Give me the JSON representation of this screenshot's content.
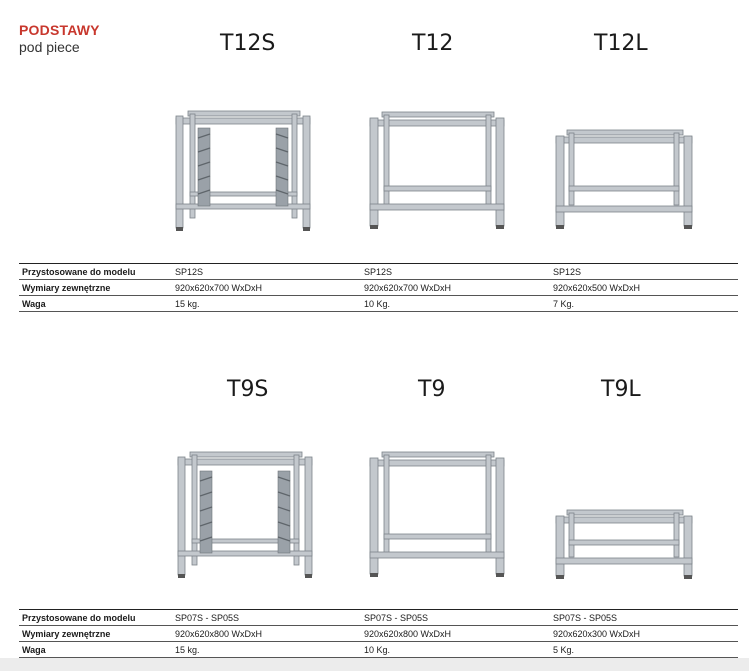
{
  "header": {
    "title": "PODSTAWY",
    "subtitle": "pod piece"
  },
  "models_top": [
    "T12S",
    "T12",
    "T12L"
  ],
  "models_bottom": [
    "T9S",
    "T9",
    "T9L"
  ],
  "table_top": {
    "rows": [
      {
        "label": "Przystosowane do modelu",
        "values": [
          "SP12S",
          "SP12S",
          "SP12S"
        ]
      },
      {
        "label": "Wymiary zewnętrzne",
        "values": [
          "920x620x700 WxDxH",
          "920x620x700 WxDxH",
          "920x620x500 WxDxH"
        ]
      },
      {
        "label": "Waga",
        "values": [
          "15 kg.",
          "10 Kg.",
          "7 Kg."
        ]
      }
    ]
  },
  "table_bottom": {
    "rows": [
      {
        "label": "Przystosowane do modelu",
        "values": [
          "SP07S - SP05S",
          "SP07S - SP05S",
          "SP07S - SP05S"
        ]
      },
      {
        "label": "Wymiary zewnętrzne",
        "values": [
          "920x620x800 WxDxH",
          "920x620x800 WxDxH",
          "920x620x300 WxDxH"
        ]
      },
      {
        "label": "Waga",
        "values": [
          "15 kg.",
          "10 Kg.",
          "5 Kg."
        ]
      }
    ]
  },
  "colors": {
    "brand_red": "#c8372d",
    "steel": "#b9bec4"
  }
}
